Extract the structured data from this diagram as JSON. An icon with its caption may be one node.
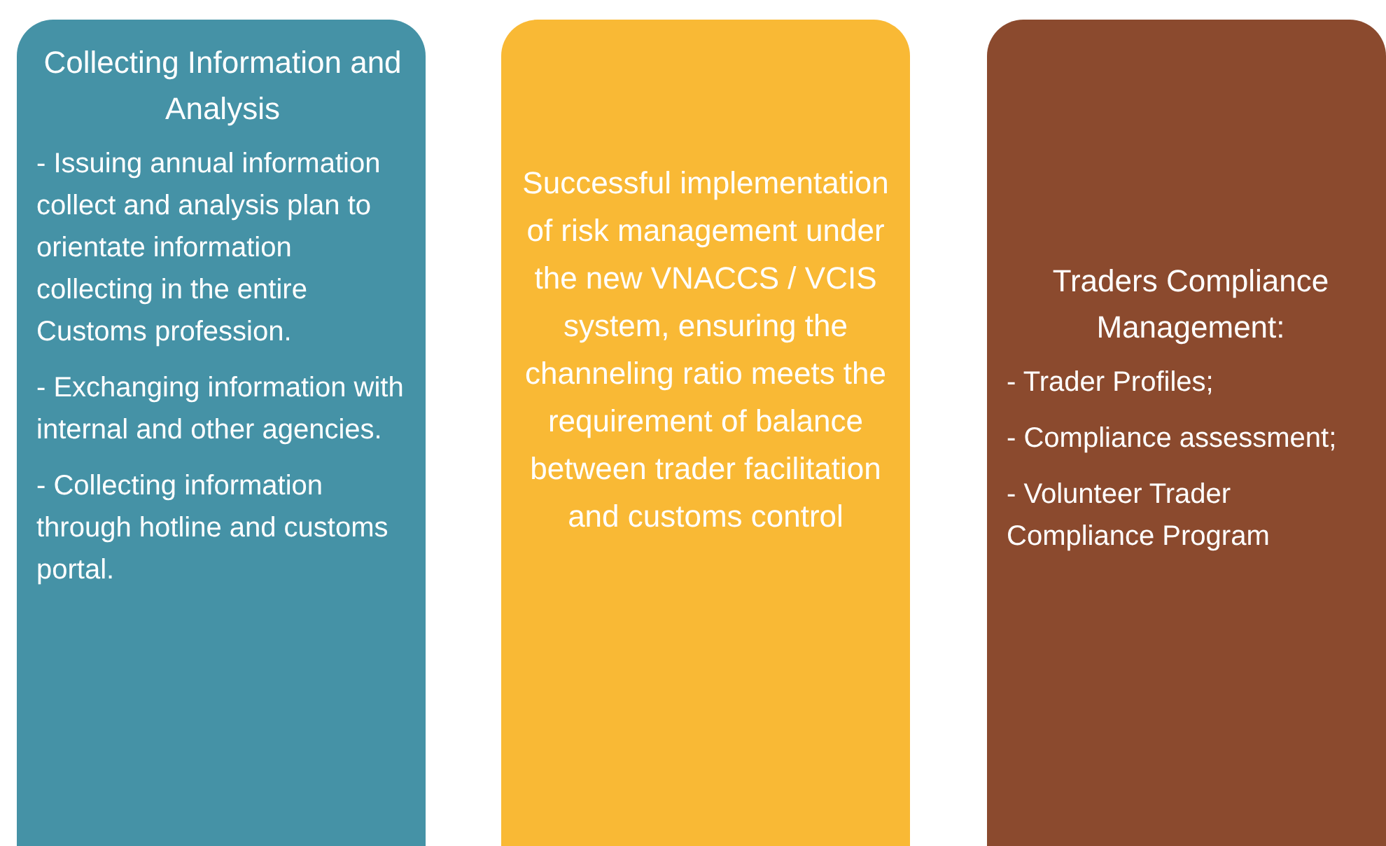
{
  "diagram": {
    "nodes": [
      {
        "text": [
          "Collecting Information and Analysis",
          "- Issuing annual information collect and analysis plan to orientate information collecting in the entire Customs profession.",
          "- Exchanging information with internal and other agencies.",
          "- Collecting information through hotline and customs portal."
        ]
      },
      {
        "text": [
          "Successful implementation of risk management under the new VNACCS / VCIS system, ensuring the channeling ratio meets the requirement of balance between trader facilitation and customs control"
        ]
      },
      {
        "text": [
          "Traders Compliance Management:",
          "- Trader Profiles;",
          "- Compliance assessment;",
          "- Volunteer Trader Compliance Program"
        ]
      }
    ]
  }
}
